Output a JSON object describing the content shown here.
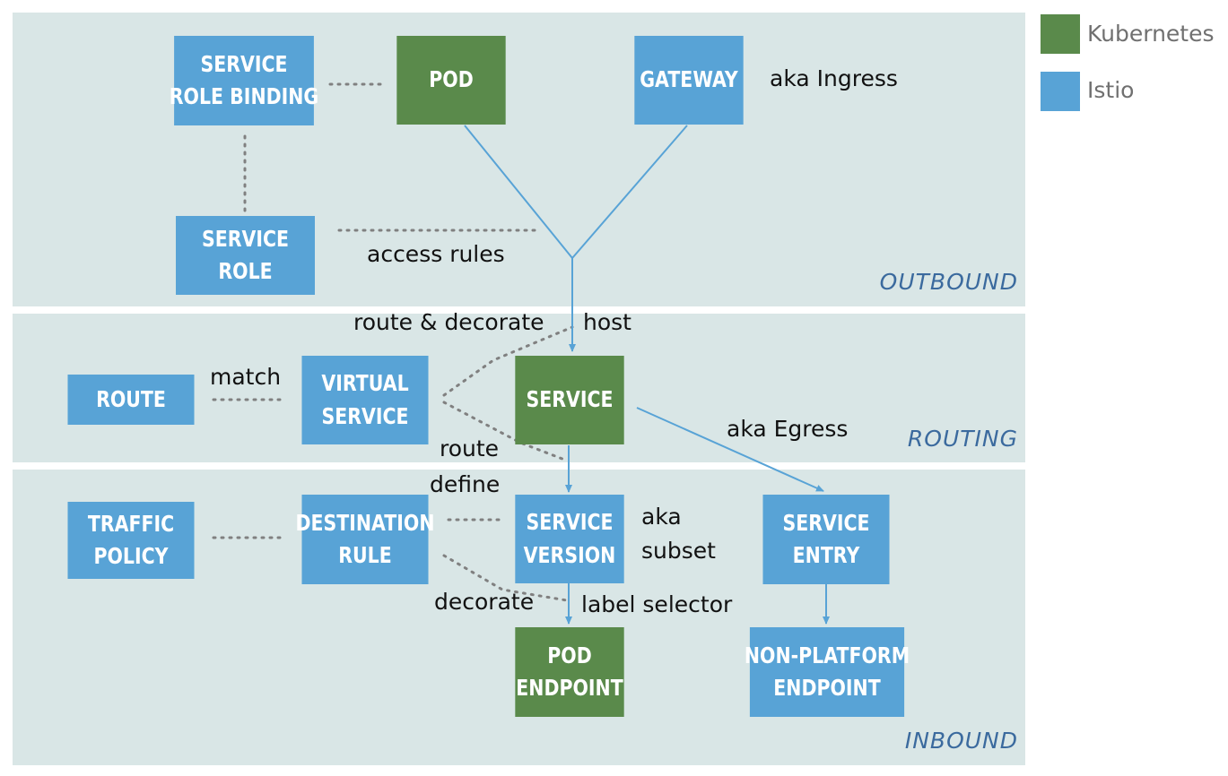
{
  "colors": {
    "kubernetes": "#5a8a4b",
    "istio": "#58a3d6",
    "band": "#d9e6e6",
    "band_label": "#3b6a9e",
    "dotted": "#808080",
    "arrow": "#58a3d6"
  },
  "legend": [
    {
      "label": "Kubernetes",
      "kind": "kubernetes"
    },
    {
      "label": "Istio",
      "kind": "istio"
    }
  ],
  "bands": {
    "outbound": "OUTBOUND",
    "routing": "ROUTING",
    "inbound": "INBOUND"
  },
  "nodes": {
    "service_role_binding": {
      "lines": [
        "SERVICE",
        "ROLE BINDING"
      ],
      "kind": "istio"
    },
    "pod": {
      "lines": [
        "POD"
      ],
      "kind": "kubernetes"
    },
    "gateway": {
      "lines": [
        "GATEWAY"
      ],
      "kind": "istio"
    },
    "service_role": {
      "lines": [
        "SERVICE",
        "ROLE"
      ],
      "kind": "istio"
    },
    "route": {
      "lines": [
        "ROUTE"
      ],
      "kind": "istio"
    },
    "virtual_service": {
      "lines": [
        "VIRTUAL",
        "SERVICE"
      ],
      "kind": "istio"
    },
    "service": {
      "lines": [
        "SERVICE"
      ],
      "kind": "kubernetes"
    },
    "traffic_policy": {
      "lines": [
        "TRAFFIC",
        "POLICY"
      ],
      "kind": "istio"
    },
    "destination_rule": {
      "lines": [
        "DESTINATION",
        "RULE"
      ],
      "kind": "istio"
    },
    "service_version": {
      "lines": [
        "SERVICE",
        "VERSION"
      ],
      "kind": "istio"
    },
    "service_entry": {
      "lines": [
        "SERVICE",
        "ENTRY"
      ],
      "kind": "istio"
    },
    "pod_endpoint": {
      "lines": [
        "POD",
        "ENDPOINT"
      ],
      "kind": "kubernetes"
    },
    "non_platform_endpoint": {
      "lines": [
        "NON-PLATFORM",
        "ENDPOINT"
      ],
      "kind": "istio"
    }
  },
  "edge_labels": {
    "aka_ingress": "aka Ingress",
    "access_rules": "access rules",
    "route_decorate": "route & decorate",
    "host": "host",
    "match": "match",
    "aka_egress": "aka Egress",
    "route": "route",
    "define": "define",
    "aka": "aka",
    "subset": "subset",
    "decorate": "decorate",
    "label_selector": "label selector"
  }
}
